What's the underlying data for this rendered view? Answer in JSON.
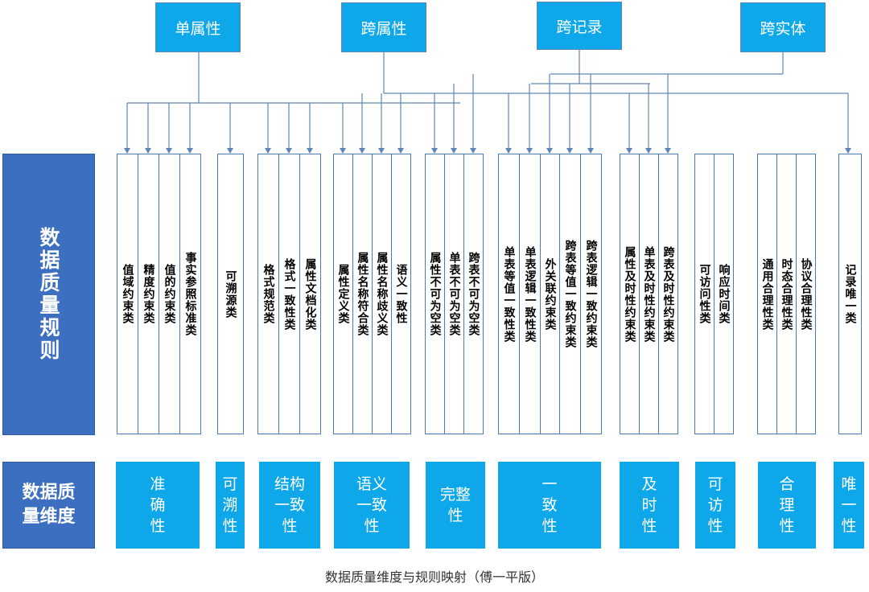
{
  "categories": [
    {
      "id": "single-attr",
      "label": "单属性"
    },
    {
      "id": "cross-attr",
      "label": "跨属性"
    },
    {
      "id": "cross-record",
      "label": "跨记录"
    },
    {
      "id": "cross-entity",
      "label": "跨实体"
    }
  ],
  "rules_label": "数据质量规则",
  "dimensions_label": "数据质量维度",
  "rule_groups": [
    {
      "dimension": "准确性",
      "dim_lines": [
        "准",
        "确",
        "性"
      ],
      "rules": [
        "值域约束类",
        "精度约束类",
        "值的约束类",
        "事实参照标准类"
      ]
    },
    {
      "dimension": "可溯性",
      "dim_lines": [
        "可",
        "溯",
        "性"
      ],
      "rules": [
        "可溯源类"
      ]
    },
    {
      "dimension": "结构一致性",
      "dim_lines": [
        "结构",
        "一致",
        "性"
      ],
      "rules": [
        "格式规范类",
        "格式一致性类",
        "属性文档化类"
      ]
    },
    {
      "dimension": "语义一致性",
      "dim_lines": [
        "语义",
        "一致",
        "性"
      ],
      "rules": [
        "属性定义类",
        "属性名称符合类",
        "属性名称歧义类",
        "语义一致性"
      ]
    },
    {
      "dimension": "完整性",
      "dim_lines": [
        "完整",
        "性"
      ],
      "rules": [
        "属性不可为空类",
        "单表不可为空类",
        "跨表不可为空类"
      ]
    },
    {
      "dimension": "一致性",
      "dim_lines": [
        "一",
        "致",
        "性"
      ],
      "rules": [
        "单表等值一致性类",
        "单表逻辑一致性类",
        "外关联约束类",
        "跨表等值一致约束类",
        "跨表逻辑一致约束类"
      ]
    },
    {
      "dimension": "及时性",
      "dim_lines": [
        "及",
        "时",
        "性"
      ],
      "rules": [
        "属性及时性约束类",
        "单表及时性约束类",
        "跨表及时性约束类"
      ]
    },
    {
      "dimension": "可访性",
      "dim_lines": [
        "可",
        "访",
        "性"
      ],
      "rules": [
        "可访问性类",
        "响应时间类"
      ]
    },
    {
      "dimension": "合理性",
      "dim_lines": [
        "合",
        "理",
        "性"
      ],
      "rules": [
        "通用合理性类",
        "时态合理性类",
        "协议合理性类"
      ]
    },
    {
      "dimension": "唯一性",
      "dim_lines": [
        "唯",
        "一",
        "性"
      ],
      "rules": [
        "记录唯一类"
      ]
    }
  ],
  "caption": "数据质量维度与规则映射（傅一平版）",
  "colors": {
    "top_box": "#0ea8ea",
    "left_box": "#3d6fc0",
    "dim_box": "#0ea8ea",
    "line": "#5f86b8"
  }
}
